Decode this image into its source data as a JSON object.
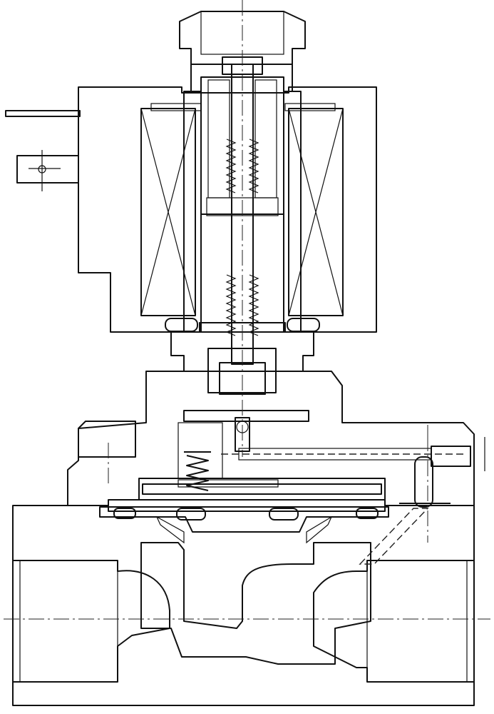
{
  "drawing": {
    "subject": "solenoid-valve-cross-section",
    "style": "black-line-art-on-white",
    "colors": {
      "line": "#111111",
      "background": "#ffffff",
      "hatch": "#333333"
    },
    "hatch_styles": [
      "diagonal-metal",
      "cross-hatch-plastic"
    ],
    "components": [
      "top-nut",
      "armature-stop",
      "solenoid-housing",
      "coil-winding-left",
      "coil-winding-right",
      "spade-terminal-top",
      "spade-terminal-bottom",
      "guide-tube",
      "plunger",
      "plunger-spring",
      "pilot-seal-disc",
      "bonnet",
      "pilot-bleed-orifice",
      "diaphragm-spring",
      "diaphragm-plate",
      "diaphragm",
      "o-ring",
      "pilot-passage",
      "valve-body",
      "inlet-port",
      "outlet-port",
      "main-seat"
    ]
  }
}
